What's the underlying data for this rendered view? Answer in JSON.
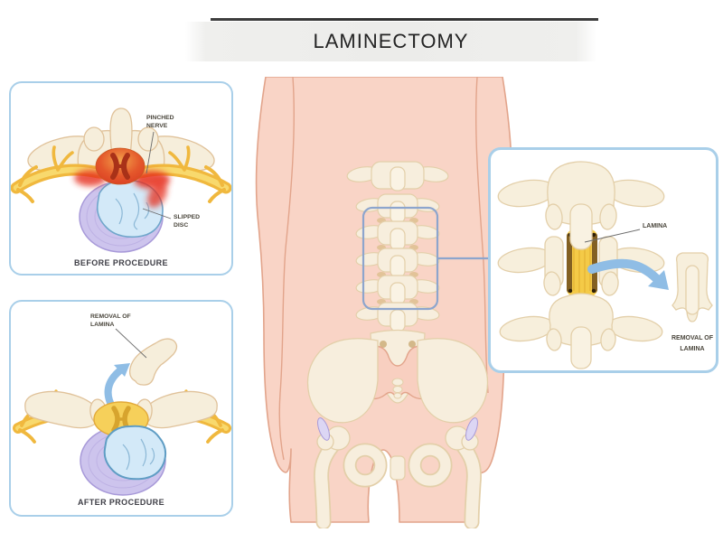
{
  "title": "LAMINECTOMY",
  "panels": {
    "before": {
      "caption": "BEFORE PROCEDURE",
      "labels": {
        "pinched_nerve": [
          "PINCHED",
          "NERVE"
        ],
        "slipped_disc": [
          "SLIPPED",
          "DISC"
        ]
      }
    },
    "after": {
      "caption": "AFTER PROCEDURE",
      "labels": {
        "removal_of_lamina": [
          "REMOVAL OF",
          "LAMINA"
        ]
      }
    },
    "detail": {
      "labels": {
        "lamina": "LAMINA",
        "removal_of_lamina": [
          "REMOVAL OF",
          "LAMINA"
        ]
      }
    }
  },
  "colors": {
    "panel_border": "#a9cfe9",
    "highlight_box": "#8da5cd",
    "arrow_blue": "#8fbde5",
    "skin": "#f9d4c6",
    "skin_outline": "#e2a48b",
    "bone": "#f6eedb",
    "bone_outline": "#e0c29a",
    "nerve_yellow": "#f0b83e",
    "cord_orange": "#e4572b",
    "inflammation_red": "#e62e1f",
    "disc_lavender": "#cdc4ed",
    "herniation_blue": "#d3e9f8",
    "exposed_cord_yellow": "#f4ca47"
  }
}
